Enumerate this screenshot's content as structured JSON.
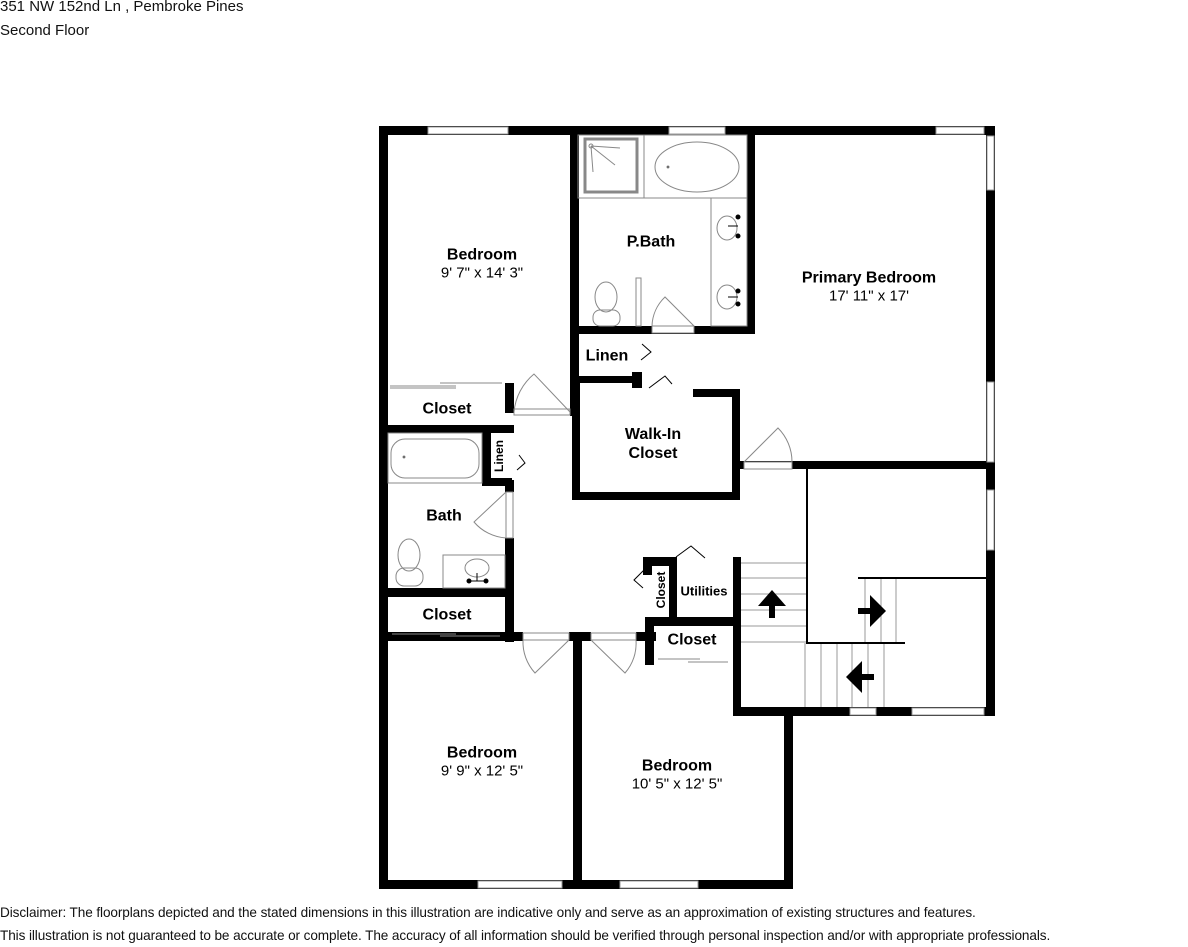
{
  "header": {
    "address": "351 NW 152nd Ln , Pembroke Pines",
    "floor": "Second Floor"
  },
  "rooms": {
    "bedroom_nw": {
      "name": "Bedroom",
      "dims": "9' 7\" x 14' 3\""
    },
    "primary_bath": {
      "name": "P.Bath"
    },
    "primary_bedroom": {
      "name": "Primary Bedroom",
      "dims": "17' 11\" x 17'"
    },
    "linen_upper": {
      "name": "Linen"
    },
    "closet_nw": {
      "name": "Closet"
    },
    "walk_in_closet": {
      "name": "Walk-In\nCloset",
      "line1": "Walk-In",
      "line2": "Closet"
    },
    "linen_bath": {
      "name": "Linen"
    },
    "bath": {
      "name": "Bath"
    },
    "closet_sw": {
      "name": "Closet"
    },
    "closet_small": {
      "name": "Closet"
    },
    "utilities": {
      "name": "Utilities"
    },
    "closet_stair": {
      "name": "Closet"
    },
    "bedroom_sw": {
      "name": "Bedroom",
      "dims": "9' 9\" x 12' 5\""
    },
    "bedroom_s": {
      "name": "Bedroom",
      "dims": "10' 5\" x 12' 5\""
    }
  },
  "symbols": {
    "stair_up_arrow": "arrow-up",
    "stair_right_arrow": "arrow-right",
    "stair_left_arrow": "arrow-left"
  },
  "colors": {
    "wall": "#000000",
    "fixture": "#777777",
    "background": "#ffffff"
  },
  "disclaimer": {
    "line1": "Disclaimer: The floorplans depicted and the stated dimensions in this illustration are indicative only and serve as an approximation of existing structures and features.",
    "line2": "This illustration is not guaranteed to be accurate or complete. The accuracy of all information should be verified through personal inspection and/or with appropriate professionals."
  }
}
